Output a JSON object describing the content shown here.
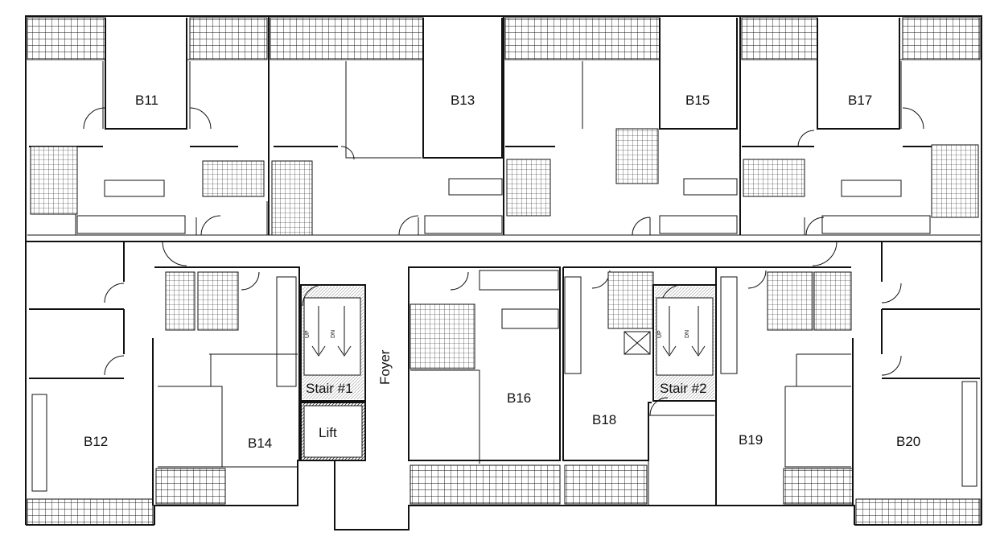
{
  "units": {
    "B11": "B11",
    "B12": "B12",
    "B13": "B13",
    "B14": "B14",
    "B15": "B15",
    "B16": "B16",
    "B17": "B17",
    "B18": "B18",
    "B19": "B19",
    "B20": "B20"
  },
  "common": {
    "stair1": "Stair #1",
    "stair2": "Stair #2",
    "lift": "Lift",
    "foyer": "Foyer",
    "up": "UP",
    "dn": "DN"
  }
}
